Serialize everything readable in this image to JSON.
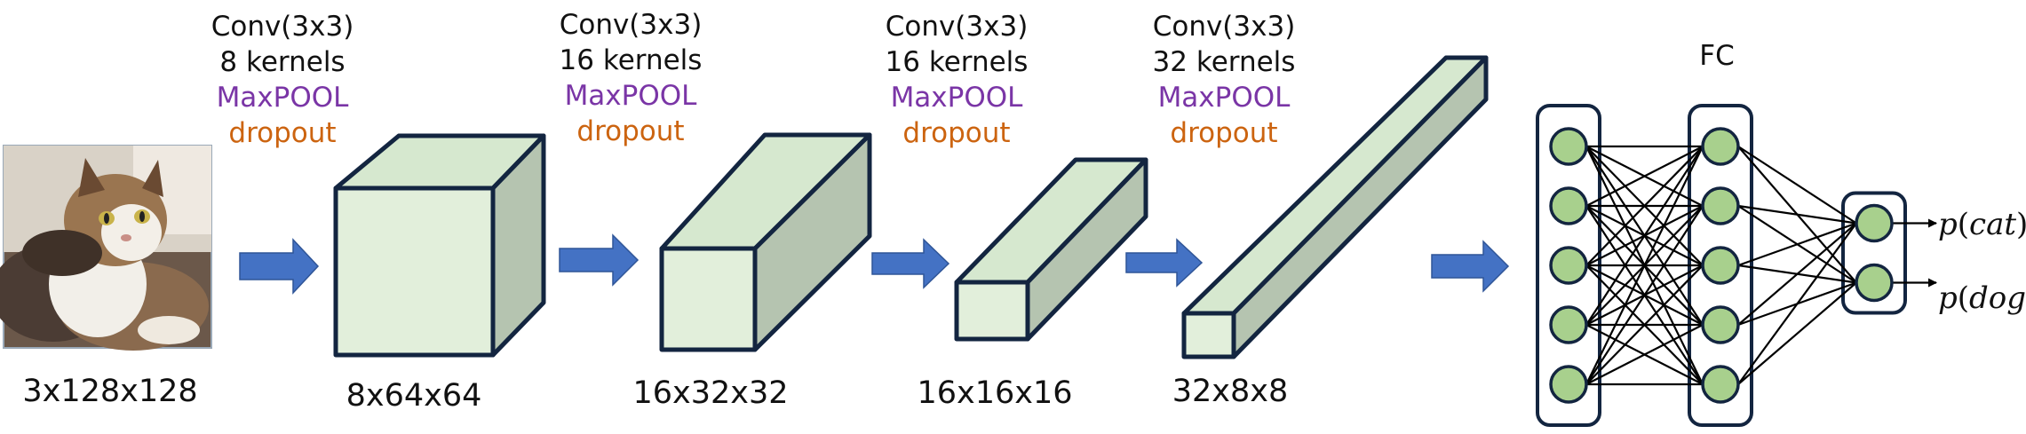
{
  "input": {
    "shape": "3x128x128"
  },
  "layers": [
    {
      "op": "Conv(3x3)",
      "kernels": "8 kernels",
      "pool": "MaxPOOL",
      "dropout": "dropout",
      "shape": "8x64x64"
    },
    {
      "op": "Conv(3x3)",
      "kernels": "16 kernels",
      "pool": "MaxPOOL",
      "dropout": "dropout",
      "shape": "16x32x32"
    },
    {
      "op": "Conv(3x3)",
      "kernels": "16 kernels",
      "pool": "MaxPOOL",
      "dropout": "dropout",
      "shape": "16x16x16"
    },
    {
      "op": "Conv(3x3)",
      "kernels": "32 kernels",
      "pool": "MaxPOOL",
      "dropout": "dropout",
      "shape": "32x8x8"
    }
  ],
  "fc": {
    "title": "FC",
    "layer_sizes": [
      5,
      5,
      2
    ],
    "outputs": [
      {
        "var": "p",
        "arg": "cat"
      },
      {
        "var": "p",
        "arg": "dog"
      }
    ]
  },
  "colors": {
    "block_face": "#e2efdb",
    "block_side": "#b5c4b0",
    "block_top": "#d6e8cf",
    "outline": "#132540",
    "arrow": "#4472c4",
    "node": "#a8d08d",
    "maxpool_text": "#7a35a6",
    "dropout_text": "#cc6410"
  }
}
